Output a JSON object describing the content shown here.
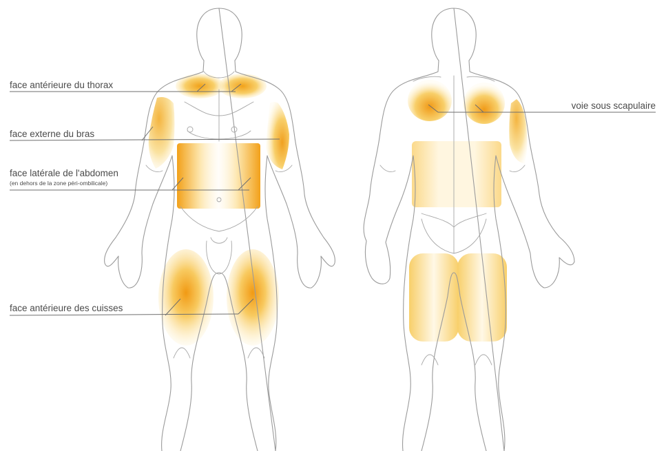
{
  "labels": {
    "thorax": "face antérieure du thorax",
    "bras": "face externe du bras",
    "abdomen": "face latérale de l'abdomen",
    "abdomen_note": "(en dehors de la zone péri-ombilicale)",
    "cuisses": "face antérieure des cuisses",
    "scapulaire": "voie sous scapulaire"
  },
  "colors": {
    "zone_core": "#f1a21a",
    "zone_mid": "#f8cf6a",
    "zone_edge": "#fff2c4",
    "outline": "#9a9a9a",
    "leader": "#6e6e6e",
    "text": "#4a4a4a"
  },
  "figures": [
    "front-view",
    "back-view"
  ]
}
